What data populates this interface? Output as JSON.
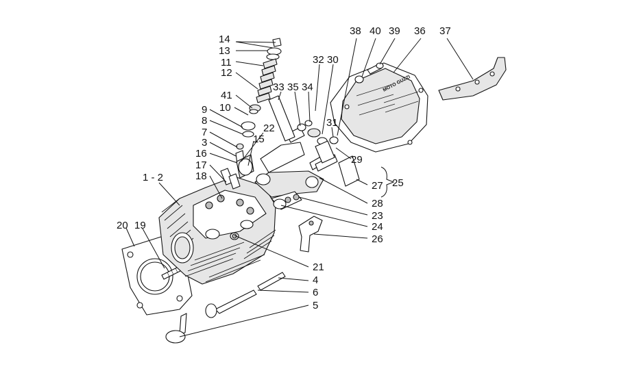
{
  "diagram": {
    "brand_text": "MOTO GUZZI",
    "callouts": {
      "c14": "14",
      "c13": "13",
      "c11": "11",
      "c12": "12",
      "c41": "41",
      "c10": "10",
      "c9": "9",
      "c8": "8",
      "c7": "7",
      "c3": "3",
      "c16": "16",
      "c17": "17",
      "c18": "18",
      "c1_2": "1 - 2",
      "c20": "20",
      "c19": "19",
      "c22": "22",
      "c15": "15",
      "c33": "33",
      "c35": "35",
      "c34": "34",
      "c32": "32",
      "c30": "30",
      "c31": "31",
      "c38": "38",
      "c40": "40",
      "c39": "39",
      "c36": "36",
      "c37": "37",
      "c29": "29",
      "c27": "27",
      "c25": "25",
      "c28": "28",
      "c23": "23",
      "c24": "24",
      "c26": "26",
      "c21": "21",
      "c4": "4",
      "c6": "6",
      "c5": "5"
    }
  }
}
